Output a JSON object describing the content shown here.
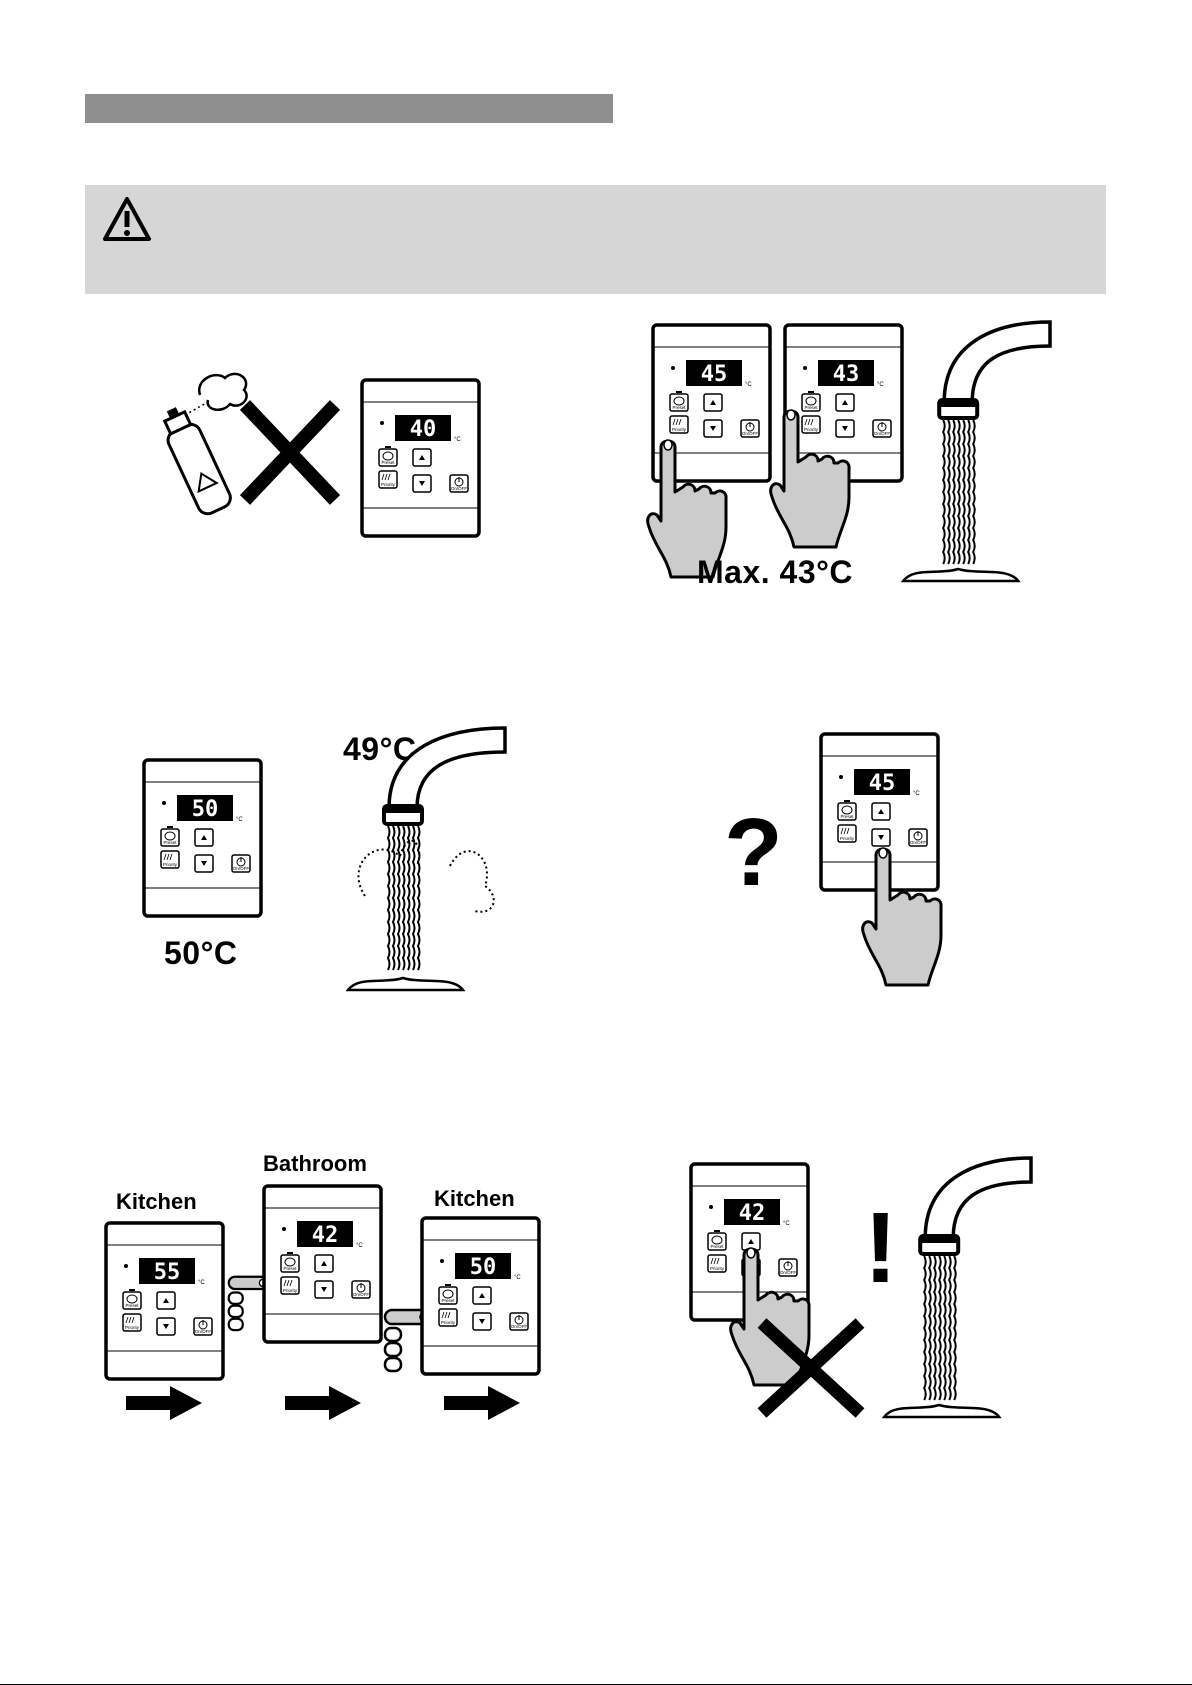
{
  "header": {
    "title": ""
  },
  "warning": {
    "icon": "warning-triangle-icon",
    "text": ""
  },
  "panels": {
    "spray": {
      "display": "40"
    },
    "adjust": {
      "display_left": "45",
      "display_right": "43",
      "label": "Max. 43°C"
    },
    "scald": {
      "display": "50",
      "panel_label": "50°C",
      "water_label": "49°C"
    },
    "question": {
      "display": "45",
      "mark": "?"
    },
    "rooms": {
      "kitchen_left": {
        "label": "Kitchen",
        "display": "55"
      },
      "bathroom": {
        "label": "Bathroom",
        "display": "42"
      },
      "kitchen_right": {
        "label": "Kitchen",
        "display": "50"
      }
    },
    "caution": {
      "display": "42",
      "mark": "!"
    }
  },
  "controller_labels": {
    "preset": "Preset",
    "priority": "Priority",
    "onoff": "On/OFF",
    "unit": "°C"
  }
}
